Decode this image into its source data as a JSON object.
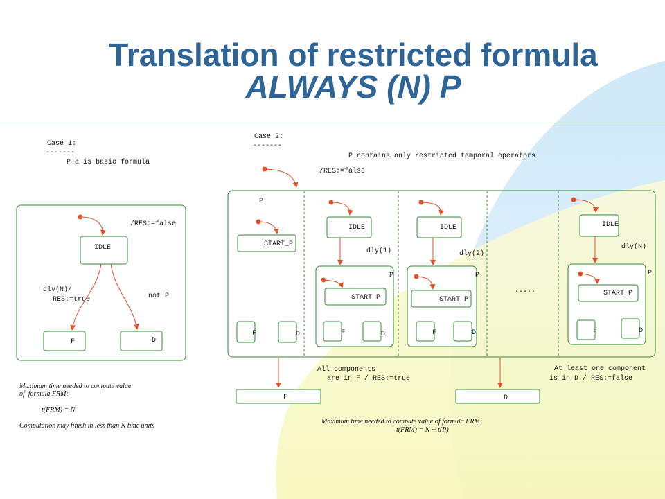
{
  "slide": {
    "title_line1": "Translation of restricted formula",
    "title_line2": "ALWAYS (N) P"
  },
  "case1": {
    "heading": "Case 1:",
    "underline": "-------",
    "desc": "P a is basic formula",
    "reset_label": "/RES:=false",
    "idle": "IDLE",
    "dly_label": "dly(N)/",
    "res_true": "RES:=true",
    "notp": "not P",
    "f": "F",
    "d": "D",
    "note1": "Maximum time needed to compute value",
    "note2": "of  formula FRM:",
    "note3": "t(FRM) = N",
    "note4": "Computation may finish in less than N time units"
  },
  "case2": {
    "heading": "Case 2:",
    "underline": "-------",
    "desc": "P contains only restricted temporal operators",
    "reset_label": "/RES:=false",
    "p": "P",
    "start_p": "START_P",
    "idle": "IDLE",
    "dly1": "dly(1)",
    "dly2": "dly(2)",
    "dlyn": "dly(N)",
    "dots": ".....",
    "f": "F",
    "d": "D",
    "all_comp1": "All components",
    "all_comp2": "are in F / RES:=true",
    "atleast1": "At least one component",
    "atleast2": "is in D / RES:=false",
    "note1": "Maximum time needed to compute value of formula FRM:",
    "note2": "t(FRM) = N + t(P)"
  },
  "colors": {
    "title": "#2e6496",
    "box": "#2e8b2e",
    "arrow": "#e0502a",
    "dot": "#e0502a"
  }
}
